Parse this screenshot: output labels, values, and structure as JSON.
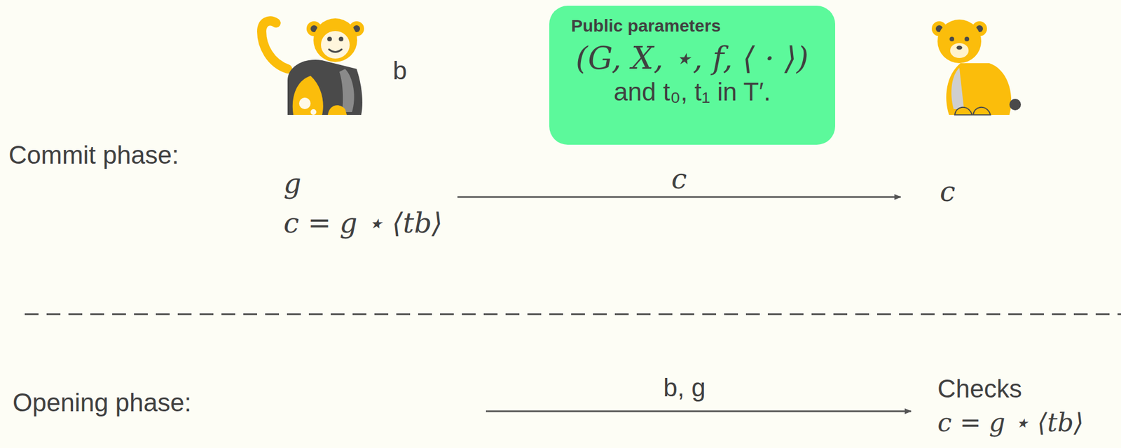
{
  "diagram": {
    "nodes": [
      {
        "text": [
          "Public parameters",
          "(G, X, ⋆, f, ⟨ · ⟩)",
          "and t₀, t₁ in T′."
        ]
      },
      {
        "text": [
          "g",
          "c = g ⋆ ⟨tb⟩"
        ]
      },
      {
        "text": [
          "c"
        ]
      },
      {
        "text": [
          "Checks",
          "c = g ⋆ ⟨tb⟩"
        ]
      }
    ],
    "edges": [
      {
        "from": 1,
        "to": 2,
        "arrow": "to",
        "label": "c"
      }
    ],
    "labels": [
      "b",
      "Commit phase:",
      "Opening phase:",
      "b, g"
    ]
  }
}
